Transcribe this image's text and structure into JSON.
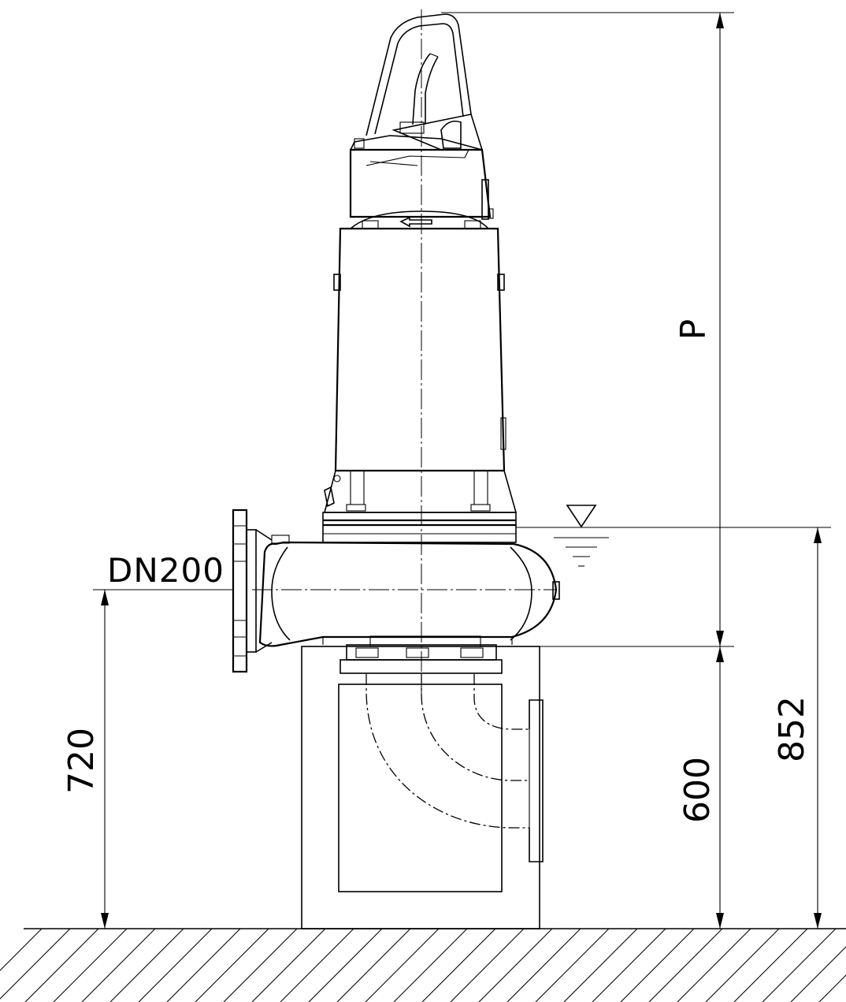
{
  "dimensions": {
    "height_label": "P",
    "water_level_height": "852",
    "base_height": "600",
    "outlet_center_height": "720"
  },
  "labels": {
    "outlet_size": "DN200"
  },
  "symbols": {
    "water_level": "water-level-triangle-icon"
  }
}
